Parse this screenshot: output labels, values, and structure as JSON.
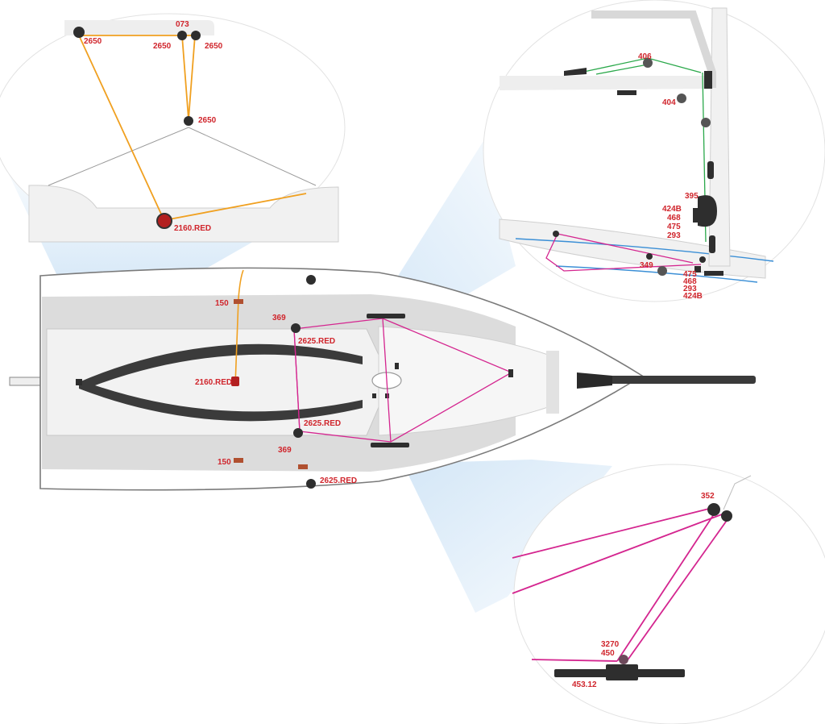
{
  "colors": {
    "accent_label": "#d0252c",
    "mainsheet_line": "#f0a020",
    "control_line": "#d4258f",
    "mast_line": "#2aa84a",
    "hull_outline": "#7a7a7a",
    "deck": "#dcdcdc",
    "hardware": "#2e2e2e",
    "zoom_glow": "#cfe4f6"
  },
  "labels": {
    "top_left": [
      "2650",
      "073",
      "2650",
      "2650",
      "2650",
      "2160.RED"
    ],
    "top_right": [
      "406",
      "404",
      "395",
      "424B",
      "468",
      "475",
      "293",
      "349",
      "475",
      "468",
      "293",
      "424B"
    ],
    "deck": [
      "150",
      "369",
      "2625.RED",
      "2160.RED",
      "2625.RED",
      "369",
      "150",
      "2625.RED"
    ],
    "bottom_right": [
      "352",
      "3270",
      "450",
      "453.12"
    ]
  }
}
